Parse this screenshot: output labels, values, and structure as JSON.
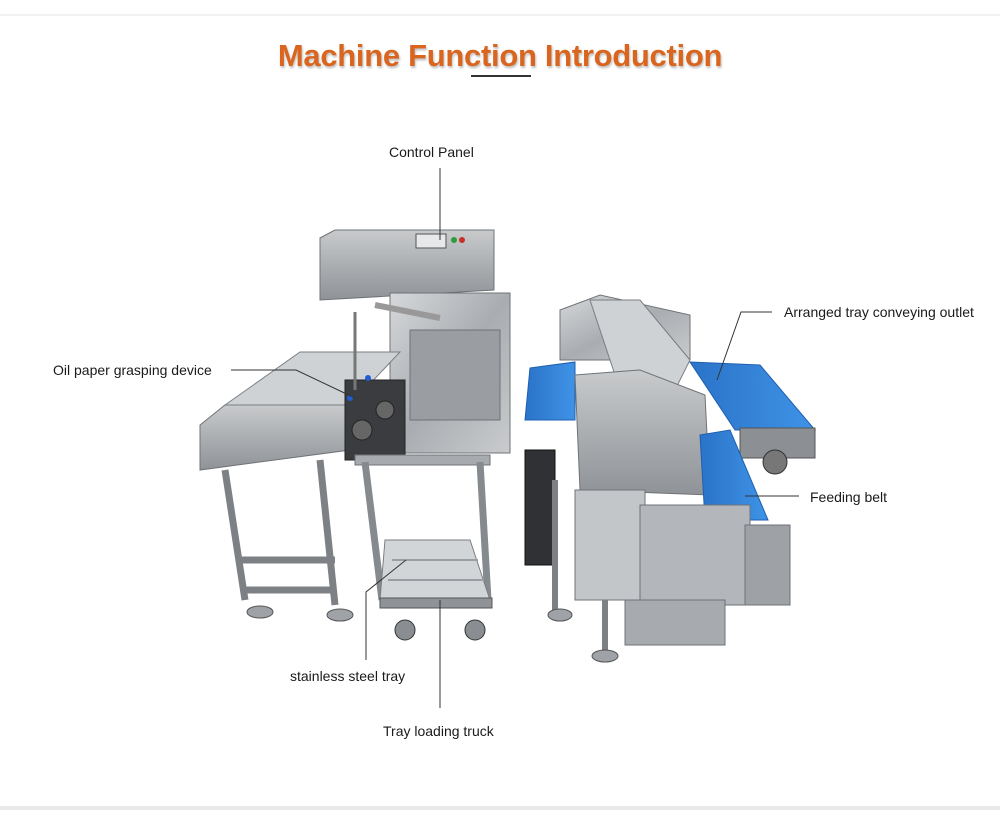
{
  "title": "Machine Function Introduction",
  "callouts": [
    {
      "id": "control-panel",
      "text": "Control Panel"
    },
    {
      "id": "arranged-tray-outlet",
      "text": "Arranged tray conveying outlet"
    },
    {
      "id": "oil-paper-grasping",
      "text": "Oil paper grasping device"
    },
    {
      "id": "feeding-belt",
      "text": "Feeding belt"
    },
    {
      "id": "stainless-steel-tray",
      "text": "stainless steel tray"
    },
    {
      "id": "tray-loading-truck",
      "text": "Tray loading truck"
    }
  ],
  "colors": {
    "title": "#d9651e",
    "belt": "#2f7fd6",
    "steel": "#b9bcbf",
    "steel_dark": "#8e9296",
    "leader_line": "#333333"
  }
}
